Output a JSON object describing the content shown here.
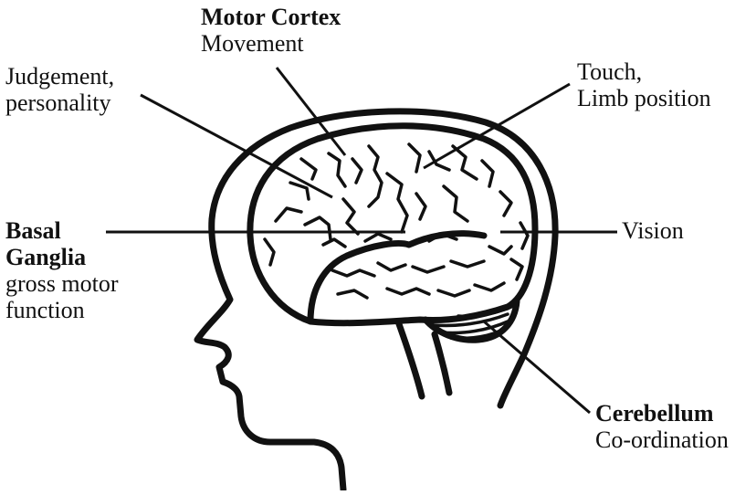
{
  "labels": {
    "motor_cortex": {
      "title": "Motor Cortex",
      "desc": "Movement"
    },
    "judgement": {
      "line1": "Judgement,",
      "line2": "personality"
    },
    "touch": {
      "line1": "Touch,",
      "line2": "Limb position"
    },
    "basal_ganglia": {
      "title_line1": "Basal",
      "title_line2": "Ganglia",
      "desc_line1": "gross motor",
      "desc_line2": "function"
    },
    "vision": {
      "text": "Vision"
    },
    "cerebellum": {
      "title": "Cerebellum",
      "desc": "Co-ordination"
    }
  },
  "colors": {
    "ink": "#111111",
    "background": "#ffffff"
  }
}
